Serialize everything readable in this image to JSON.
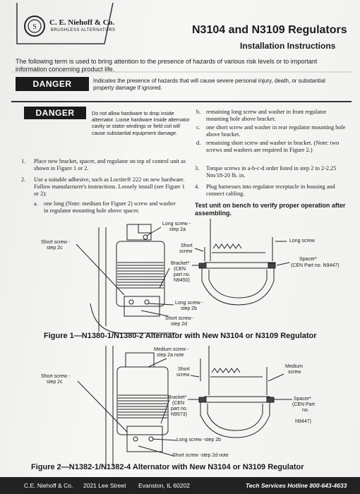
{
  "header": {
    "brand": "C. E. Niehoff & Co.",
    "brand_sub": "BRUSHLESS ALTERNATORS",
    "title": "N3104 and N3109 Regulators",
    "subtitle": "Installation Instructions"
  },
  "intro": "The following term is used to bring attention to the presence of hazards of various risk levels or to important information concerning product life.",
  "danger_def": {
    "label": "DANGER",
    "text": "Indicates the presence of hazards that will cause severe personal injury, death, or substantial property damage if ignored."
  },
  "danger_warn": {
    "label": "DANGER",
    "text": "Do not allow hardware to drop inside alternator. Loose hardware inside alternator cavity or stator windings or field coil will cause substantial equipment damage."
  },
  "steps_left": {
    "s1_num": "1.",
    "s1": "Place new bracket, spacer, and regulator on top of control unit as shown in Figure 1 or 2.",
    "s2_num": "2.",
    "s2": "Use a suitable adhesive, such as Loctite® 222 on new hardware. Follow manufacturer's instructions. Loosely install (see Figure 1 or 2):",
    "a_num": "a.",
    "a": "one long (Note: medium for Figure 2) screw and washer in regulator mounting hole above spacer."
  },
  "steps_right": {
    "b_num": "b.",
    "b": "remaining long screw and washer in front regulator mounting hole above bracket.",
    "c_num": "c.",
    "c": "one short screw and washer in rear regulator mounting hole above bracket.",
    "d_num": "d.",
    "d": "remaining short screw and washer in bracket. (Note: two screws and washers are required in Figure 2.)",
    "s3_num": "3.",
    "s3": "Torque screws in a-b-c-d order listed in step 2 to 2-2.25 Nm/18-20 lb. in.",
    "s4_num": "4.",
    "s4": "Plug harnesses into regulator receptacle in housing and connect cabling.",
    "test_note": "Test unit on bench to verify proper operation after assembling."
  },
  "figure1": {
    "caption": "Figure 1—N1380-1/N1380-2 Alternator with New N3104 or N3109 Regulator",
    "labels": {
      "long_2a_l1": "Long screw -",
      "long_2a_l2": "step 2a",
      "short_2c_l1": "Short screw -",
      "short_2c_l2": "step 2c",
      "short_top_l1": "Short",
      "short_top_l2": "screw",
      "long_right": "Long screw",
      "bracket_l1": "Bracket*",
      "bracket_l2": "(CEN",
      "bracket_l3": "part no.",
      "bracket_l4": "N9450)",
      "spacer_l1": "Spacer*",
      "spacer_l2": "(CEN Part no. N9447)",
      "long_2b_l1": "Long screw -",
      "long_2b_l2": "step 2b",
      "short_2d_l1": "Short screw -",
      "short_2d_l2": "step 2d"
    }
  },
  "figure2": {
    "caption": "Figure 2—N1382-1/N1382-4 Alternator with New N3104 or N3109 Regulator",
    "labels": {
      "medium_2a_l1": "Medium screw -",
      "medium_2a_l2": "step 2a note",
      "short_2c_l1": "Short screw -",
      "short_2c_l2": "step 2c",
      "short_top_l1": "Short",
      "short_top_l2": "screw",
      "medium_right_l1": "Medium",
      "medium_right_l2": "screw",
      "bracket_l1": "Bracket*",
      "bracket_l2": "(CEN",
      "bracket_l3": "part no.",
      "bracket_l4": "N9573)",
      "spacer_l1": "Spacer*",
      "spacer_l2": "(CEN Part",
      "spacer_l3": "no.",
      "spacer_l4": "N9447)",
      "long_2b": "Long screw -step 2b",
      "short_2d": "Short screw -step 2d note"
    }
  },
  "footer": {
    "company": "C.E. Niehoff & Co.",
    "street": "2021 Lee Street",
    "city": "Evanston, IL 60202",
    "hotline": "Tech Services Hotline 800-643-4633"
  }
}
